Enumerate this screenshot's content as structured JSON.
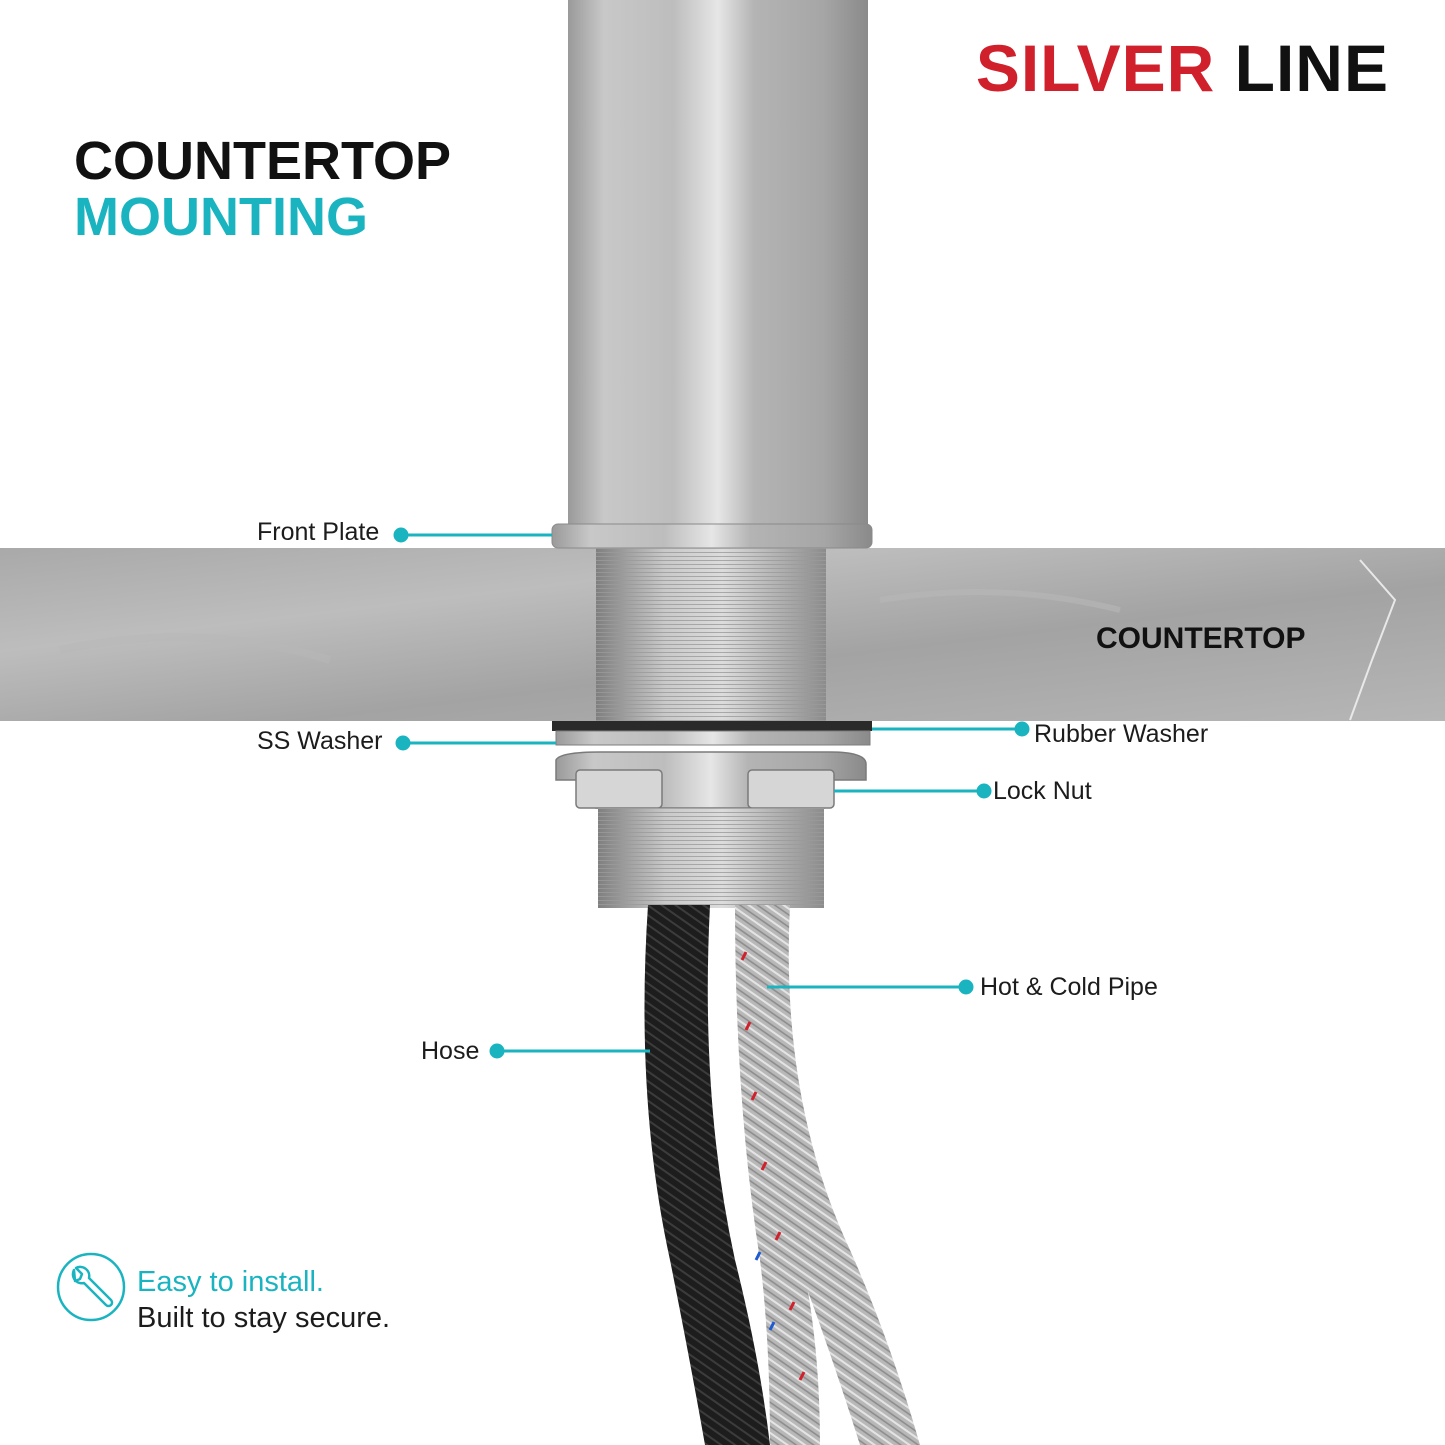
{
  "brand": {
    "part1": "SILVER",
    "part2": "LINE"
  },
  "heading": {
    "line1": "COUNTERTOP",
    "line2": "MOUNTING"
  },
  "countertop_label": "COUNTERTOP",
  "callouts": {
    "front_plate": "Front Plate",
    "ss_washer": "SS Washer",
    "rubber_washer": "Rubber Washer",
    "lock_nut": "Lock Nut",
    "hot_cold_pipe": "Hot & Cold Pipe",
    "hose": "Hose"
  },
  "tagline": {
    "line1": "Easy to install.",
    "line2": "Built to stay secure."
  },
  "icons": {
    "tagline_icon": "wrench-icon"
  },
  "colors": {
    "accent": "#1ab4c0",
    "brand_red": "#d0202c",
    "text_dark": "#111111"
  }
}
